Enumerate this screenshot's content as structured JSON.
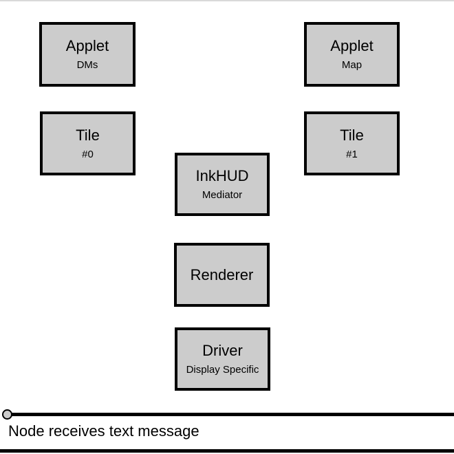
{
  "diagram": {
    "name": "InkHUD architecture diagram",
    "background_color": "#ffffff",
    "block_fill_color": "#cccccc",
    "block_border_color": "#000000",
    "top_rule_color": "#d9d9d9",
    "blocks": [
      {
        "id": "applet-dms",
        "title": "Applet",
        "subtitle": "DMs"
      },
      {
        "id": "applet-map",
        "title": "Applet",
        "subtitle": "Map"
      },
      {
        "id": "tile-0",
        "title": "Tile",
        "subtitle": "#0"
      },
      {
        "id": "tile-1",
        "title": "Tile",
        "subtitle": "#1"
      },
      {
        "id": "inkhud",
        "title": "InkHUD",
        "subtitle": "Mediator"
      },
      {
        "id": "renderer",
        "title": "Renderer",
        "subtitle": ""
      },
      {
        "id": "driver",
        "title": "Driver",
        "subtitle": "Display Specific"
      }
    ]
  },
  "timeline": {
    "caption": "Node receives text message",
    "marker_fill_color": "#cccccc",
    "line_color": "#000000"
  }
}
